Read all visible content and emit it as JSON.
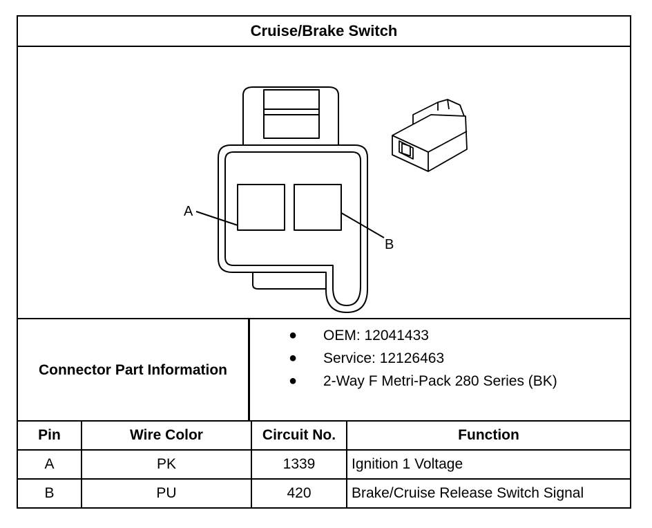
{
  "title": "Cruise/Brake Switch",
  "diagram": {
    "label_a": "A",
    "label_b": "B"
  },
  "connector_info": {
    "label": "Connector Part Information",
    "items": [
      "OEM: 12041433",
      "Service: 12126463",
      "2-Way F Metri-Pack 280 Series (BK)"
    ]
  },
  "pin_table": {
    "headers": [
      "Pin",
      "Wire Color",
      "Circuit No.",
      "Function"
    ],
    "rows": [
      [
        "A",
        "PK",
        "1339",
        "Ignition 1 Voltage"
      ],
      [
        "B",
        "PU",
        "420",
        "Brake/Cruise Release Switch Signal"
      ]
    ]
  }
}
